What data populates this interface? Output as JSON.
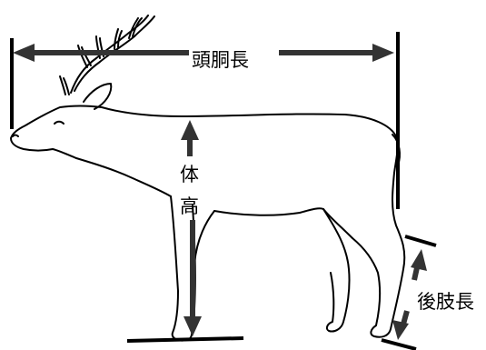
{
  "labels": {
    "head_body_length": "頭胴長",
    "height_char_1": "体",
    "height_char_2": "高",
    "hind_limb_length": "後肢長"
  },
  "colors": {
    "background": "#ffffff",
    "outline": "#000000",
    "arrow": "#333333"
  }
}
